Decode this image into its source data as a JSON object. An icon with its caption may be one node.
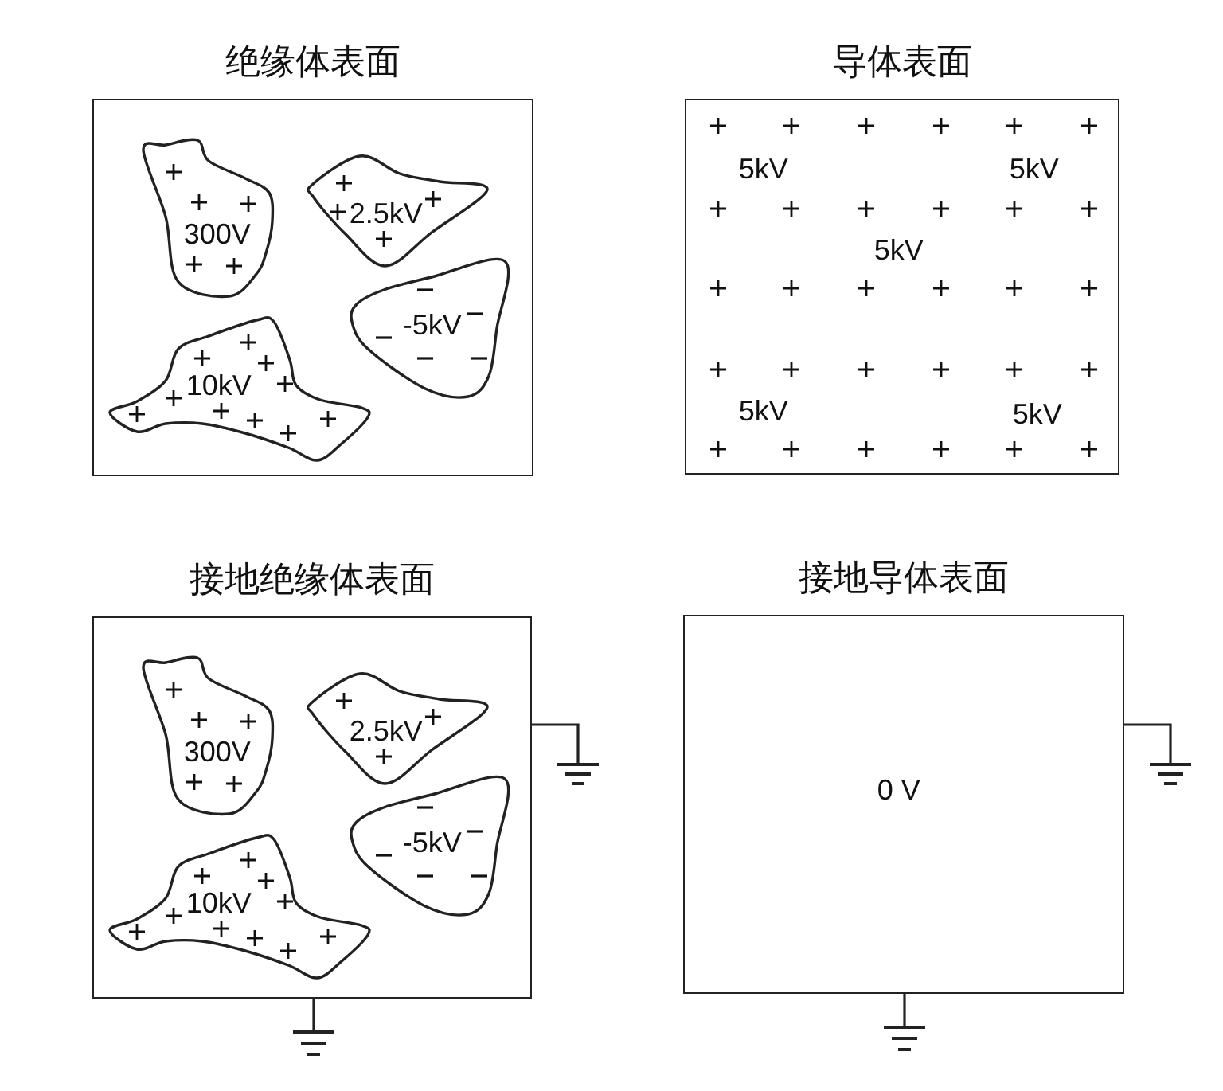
{
  "diagram": {
    "nodes": [
      {
        "text": [
          "绝缘体表面"
        ]
      },
      {
        "text": [
          "300V"
        ],
        "in": 0
      },
      {
        "text": [
          "2.5kV"
        ],
        "in": 0
      },
      {
        "text": [
          "-5kV"
        ],
        "in": 0
      },
      {
        "text": [
          "10kV"
        ],
        "in": 0
      },
      {
        "text": [
          "导体表面",
          "5kV",
          "5kV",
          "5kV",
          "5kV",
          "5kV"
        ]
      },
      {
        "text": [
          "接地绝缘体表面"
        ]
      },
      {
        "text": [
          "300V"
        ],
        "in": 6
      },
      {
        "text": [
          "2.5kV"
        ],
        "in": 6
      },
      {
        "text": [
          "-5kV"
        ],
        "in": 6
      },
      {
        "text": [
          "10kV"
        ],
        "in": 6
      },
      {
        "text": [
          "接地导体表面",
          "0 V"
        ]
      }
    ]
  }
}
